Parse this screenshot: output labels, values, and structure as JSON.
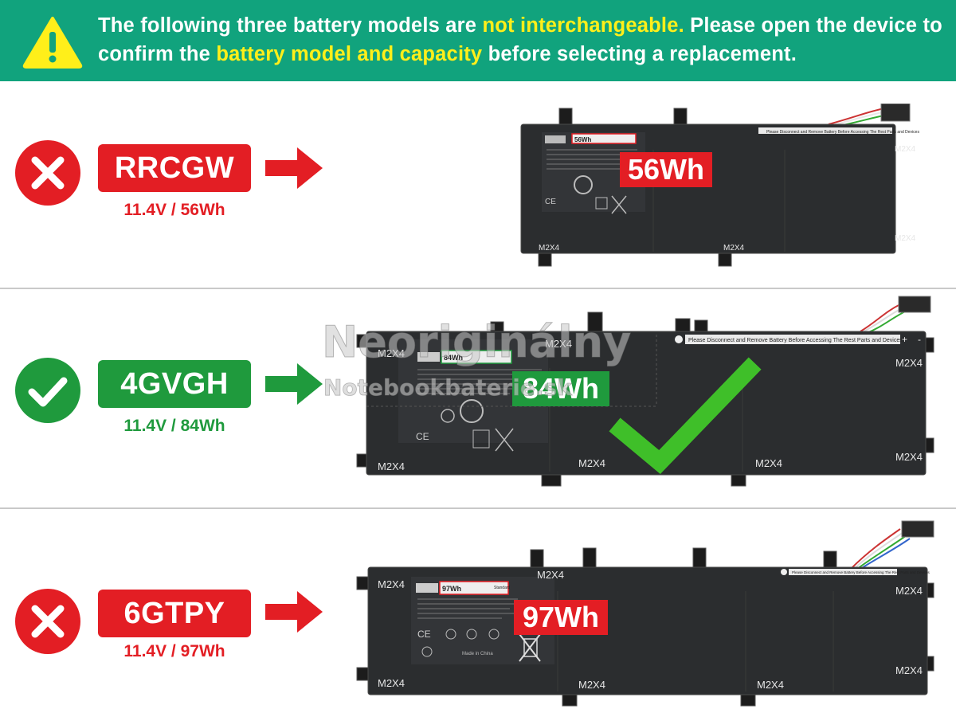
{
  "banner": {
    "part1": "The following three battery models are ",
    "highlight1": "not interchangeable.",
    "part2": " Please open the device to confirm the ",
    "highlight2": "battery model and capacity",
    "part3": " before selecting a replacement.",
    "text_color": "#ffffff",
    "highlight_color": "#ffef1a",
    "background": "#11a37d"
  },
  "batteries": [
    {
      "model": "RRCGW",
      "spec": "11.4V / 56Wh",
      "capacity_tag": "56Wh",
      "label_capacity": "56Wh",
      "status": "incompatible",
      "status_icon": "x-icon",
      "color": "#e31e24"
    },
    {
      "model": "4GVGH",
      "spec": "11.4V / 84Wh",
      "capacity_tag": "84Wh",
      "label_capacity": "84Wh",
      "status": "compatible",
      "status_icon": "check-icon",
      "color": "#1f9a3d"
    },
    {
      "model": "6GTPY",
      "spec": "11.4V / 97Wh",
      "capacity_tag": "97Wh",
      "label_capacity": "97Wh",
      "status": "incompatible",
      "status_icon": "x-icon",
      "color": "#e31e24"
    }
  ],
  "battery_label": {
    "screw": "M2X4",
    "warning": "Please Disconnect and Remove Battery Before Accessing The Rest Parts and Devices",
    "standard": "Standard",
    "made_in": "Made in China",
    "plus": "+",
    "minus": "-"
  },
  "watermark": {
    "line1": "Neoriginálny",
    "line2": "Notebookbaterie.sk"
  }
}
